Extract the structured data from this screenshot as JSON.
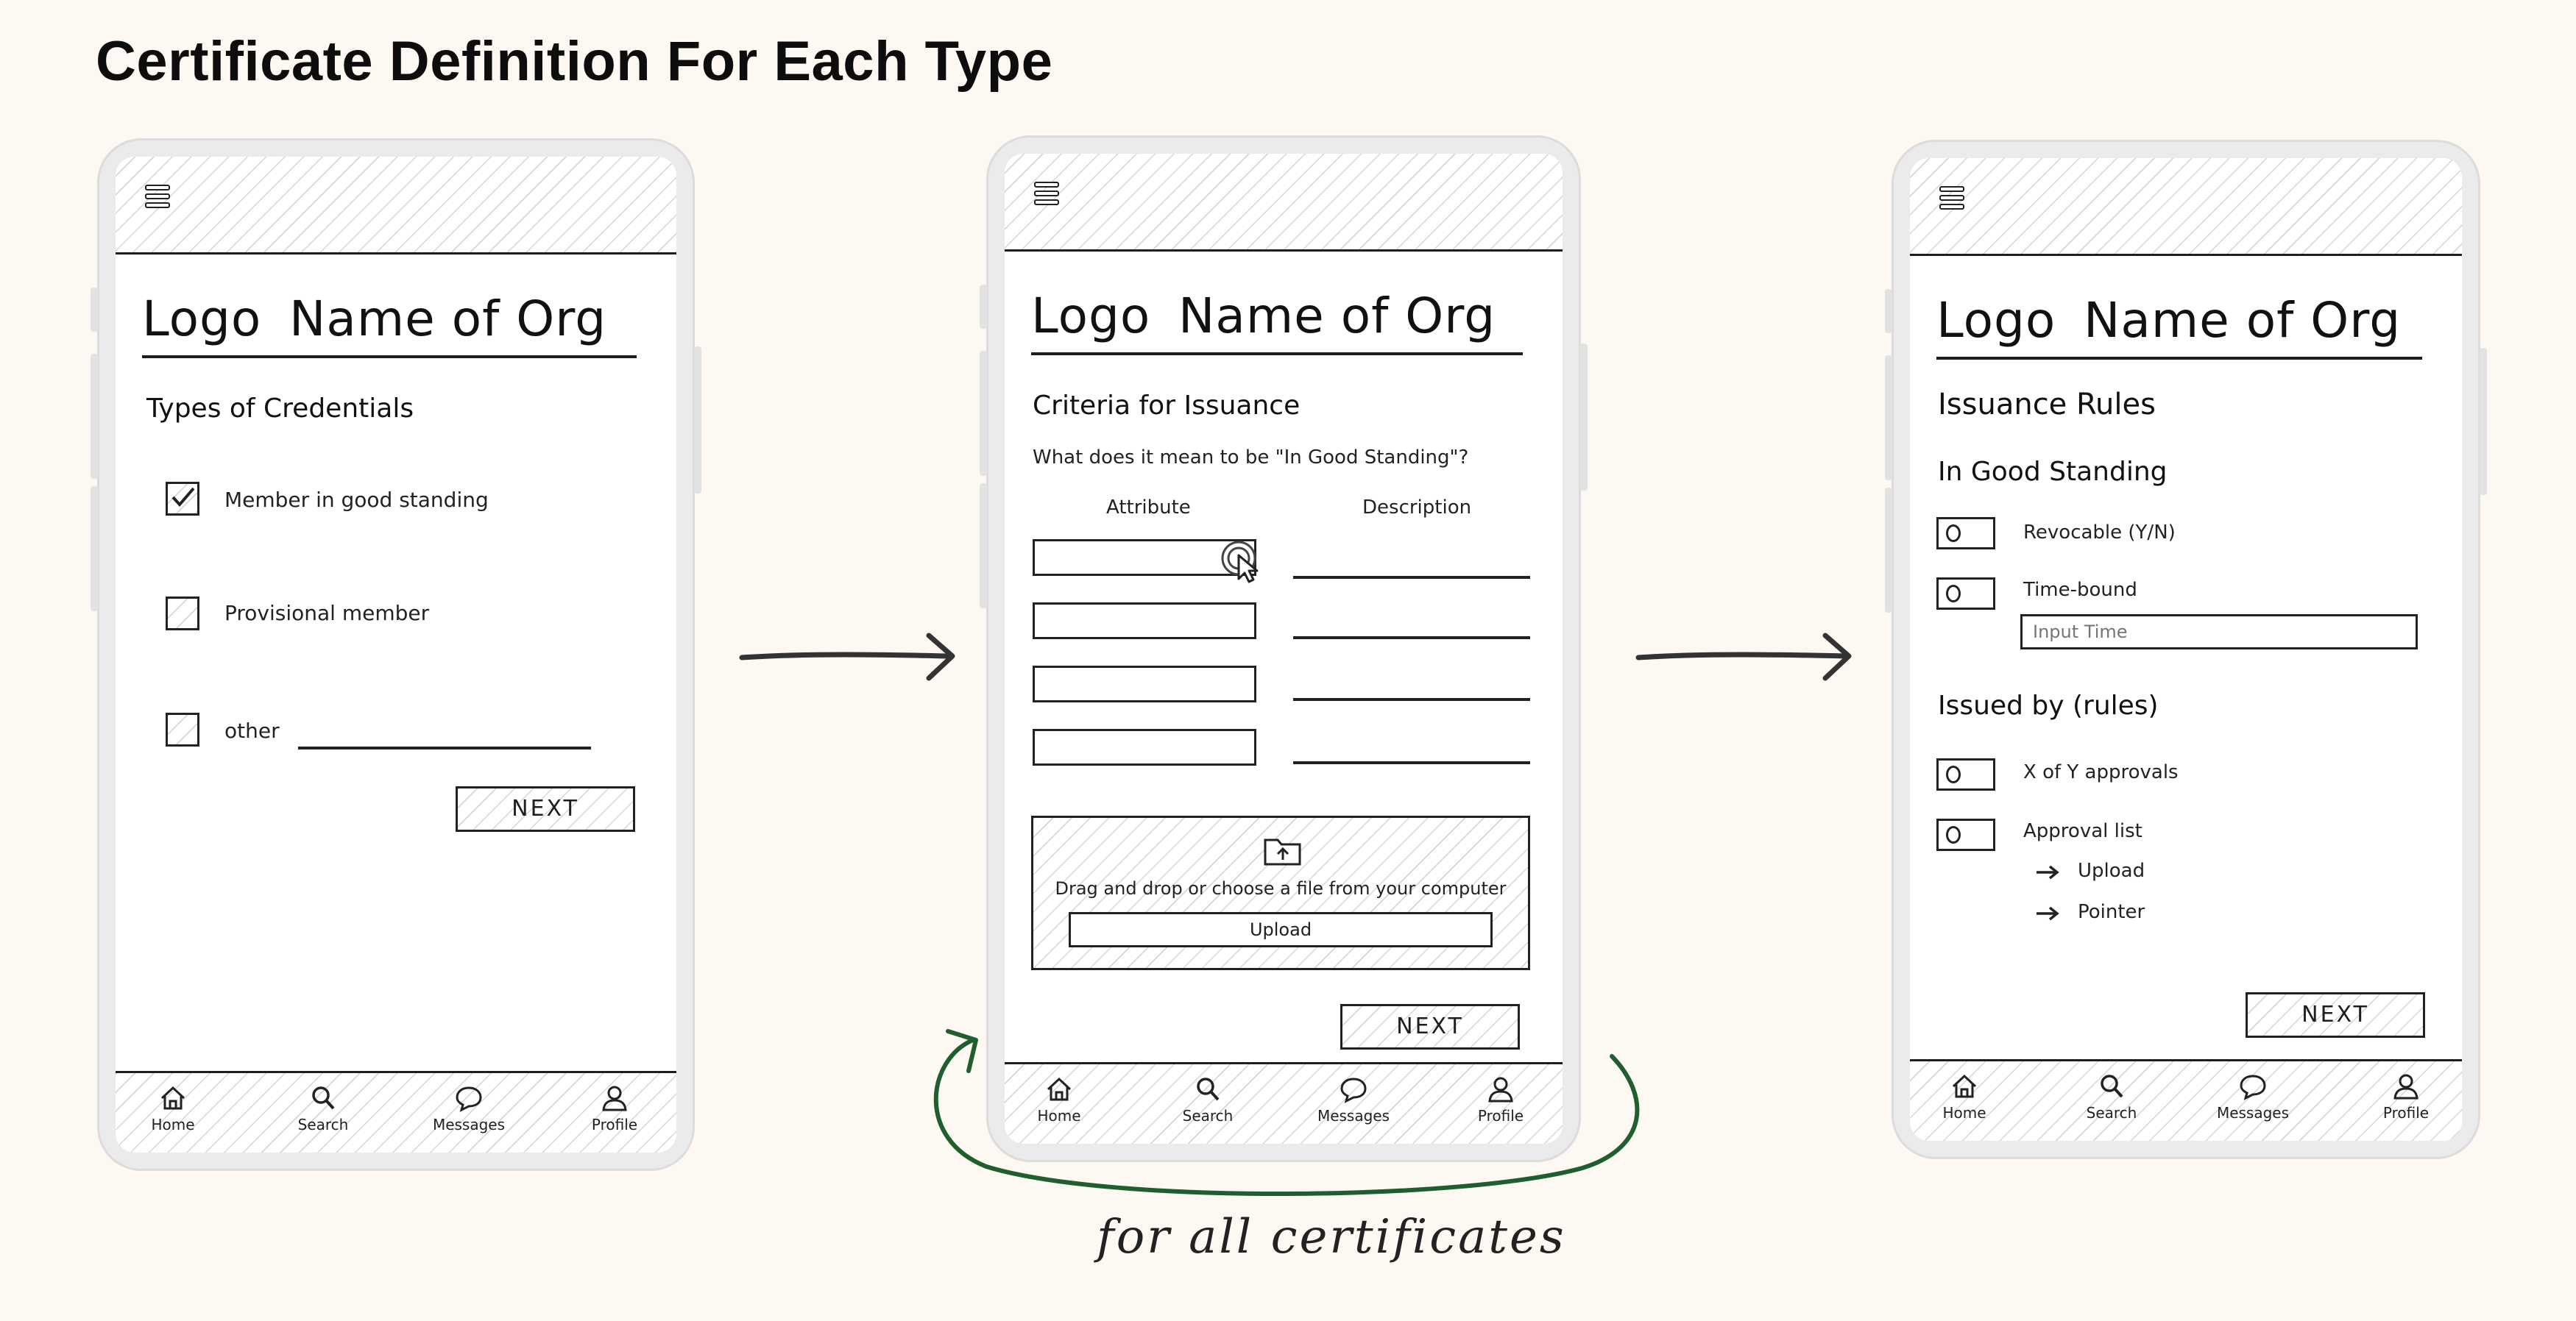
{
  "page_title": "Certificate Definition For Each Type",
  "caption": "for all certificates",
  "colors": {
    "background": "#fdf8f2",
    "loop_arrow": "#1f5e2e",
    "ink": "#1e1e1e"
  },
  "common": {
    "logo": "Logo",
    "org_name": "Name of Org",
    "nav": [
      {
        "label": "Home",
        "icon": "home-icon"
      },
      {
        "label": "Search",
        "icon": "search-icon"
      },
      {
        "label": "Messages",
        "icon": "messages-icon"
      },
      {
        "label": "Profile",
        "icon": "profile-icon"
      }
    ],
    "next_label": "NEXT"
  },
  "screen1": {
    "heading": "Types of Credentials",
    "options": [
      {
        "label": "Member in good standing",
        "checked": true
      },
      {
        "label": "Provisional member",
        "checked": false
      },
      {
        "label": "other",
        "checked": false
      }
    ]
  },
  "screen2": {
    "heading": "Criteria for Issuance",
    "question": "What does it mean to be \"In Good Standing\"?",
    "col_attribute": "Attribute",
    "col_description": "Description",
    "dropzone_text": "Drag and drop or choose a file from your computer",
    "upload_label": "Upload"
  },
  "screen3": {
    "heading": "Issuance Rules",
    "section1": "In Good Standing",
    "revocable": "Revocable (Y/N)",
    "time_bound": "Time-bound",
    "input_time_placeholder": "Input Time",
    "section2": "Issued by (rules)",
    "x_of_y": "X of Y approvals",
    "approval_list": "Approval list",
    "sub_upload": "Upload",
    "sub_pointer": "Pointer"
  }
}
